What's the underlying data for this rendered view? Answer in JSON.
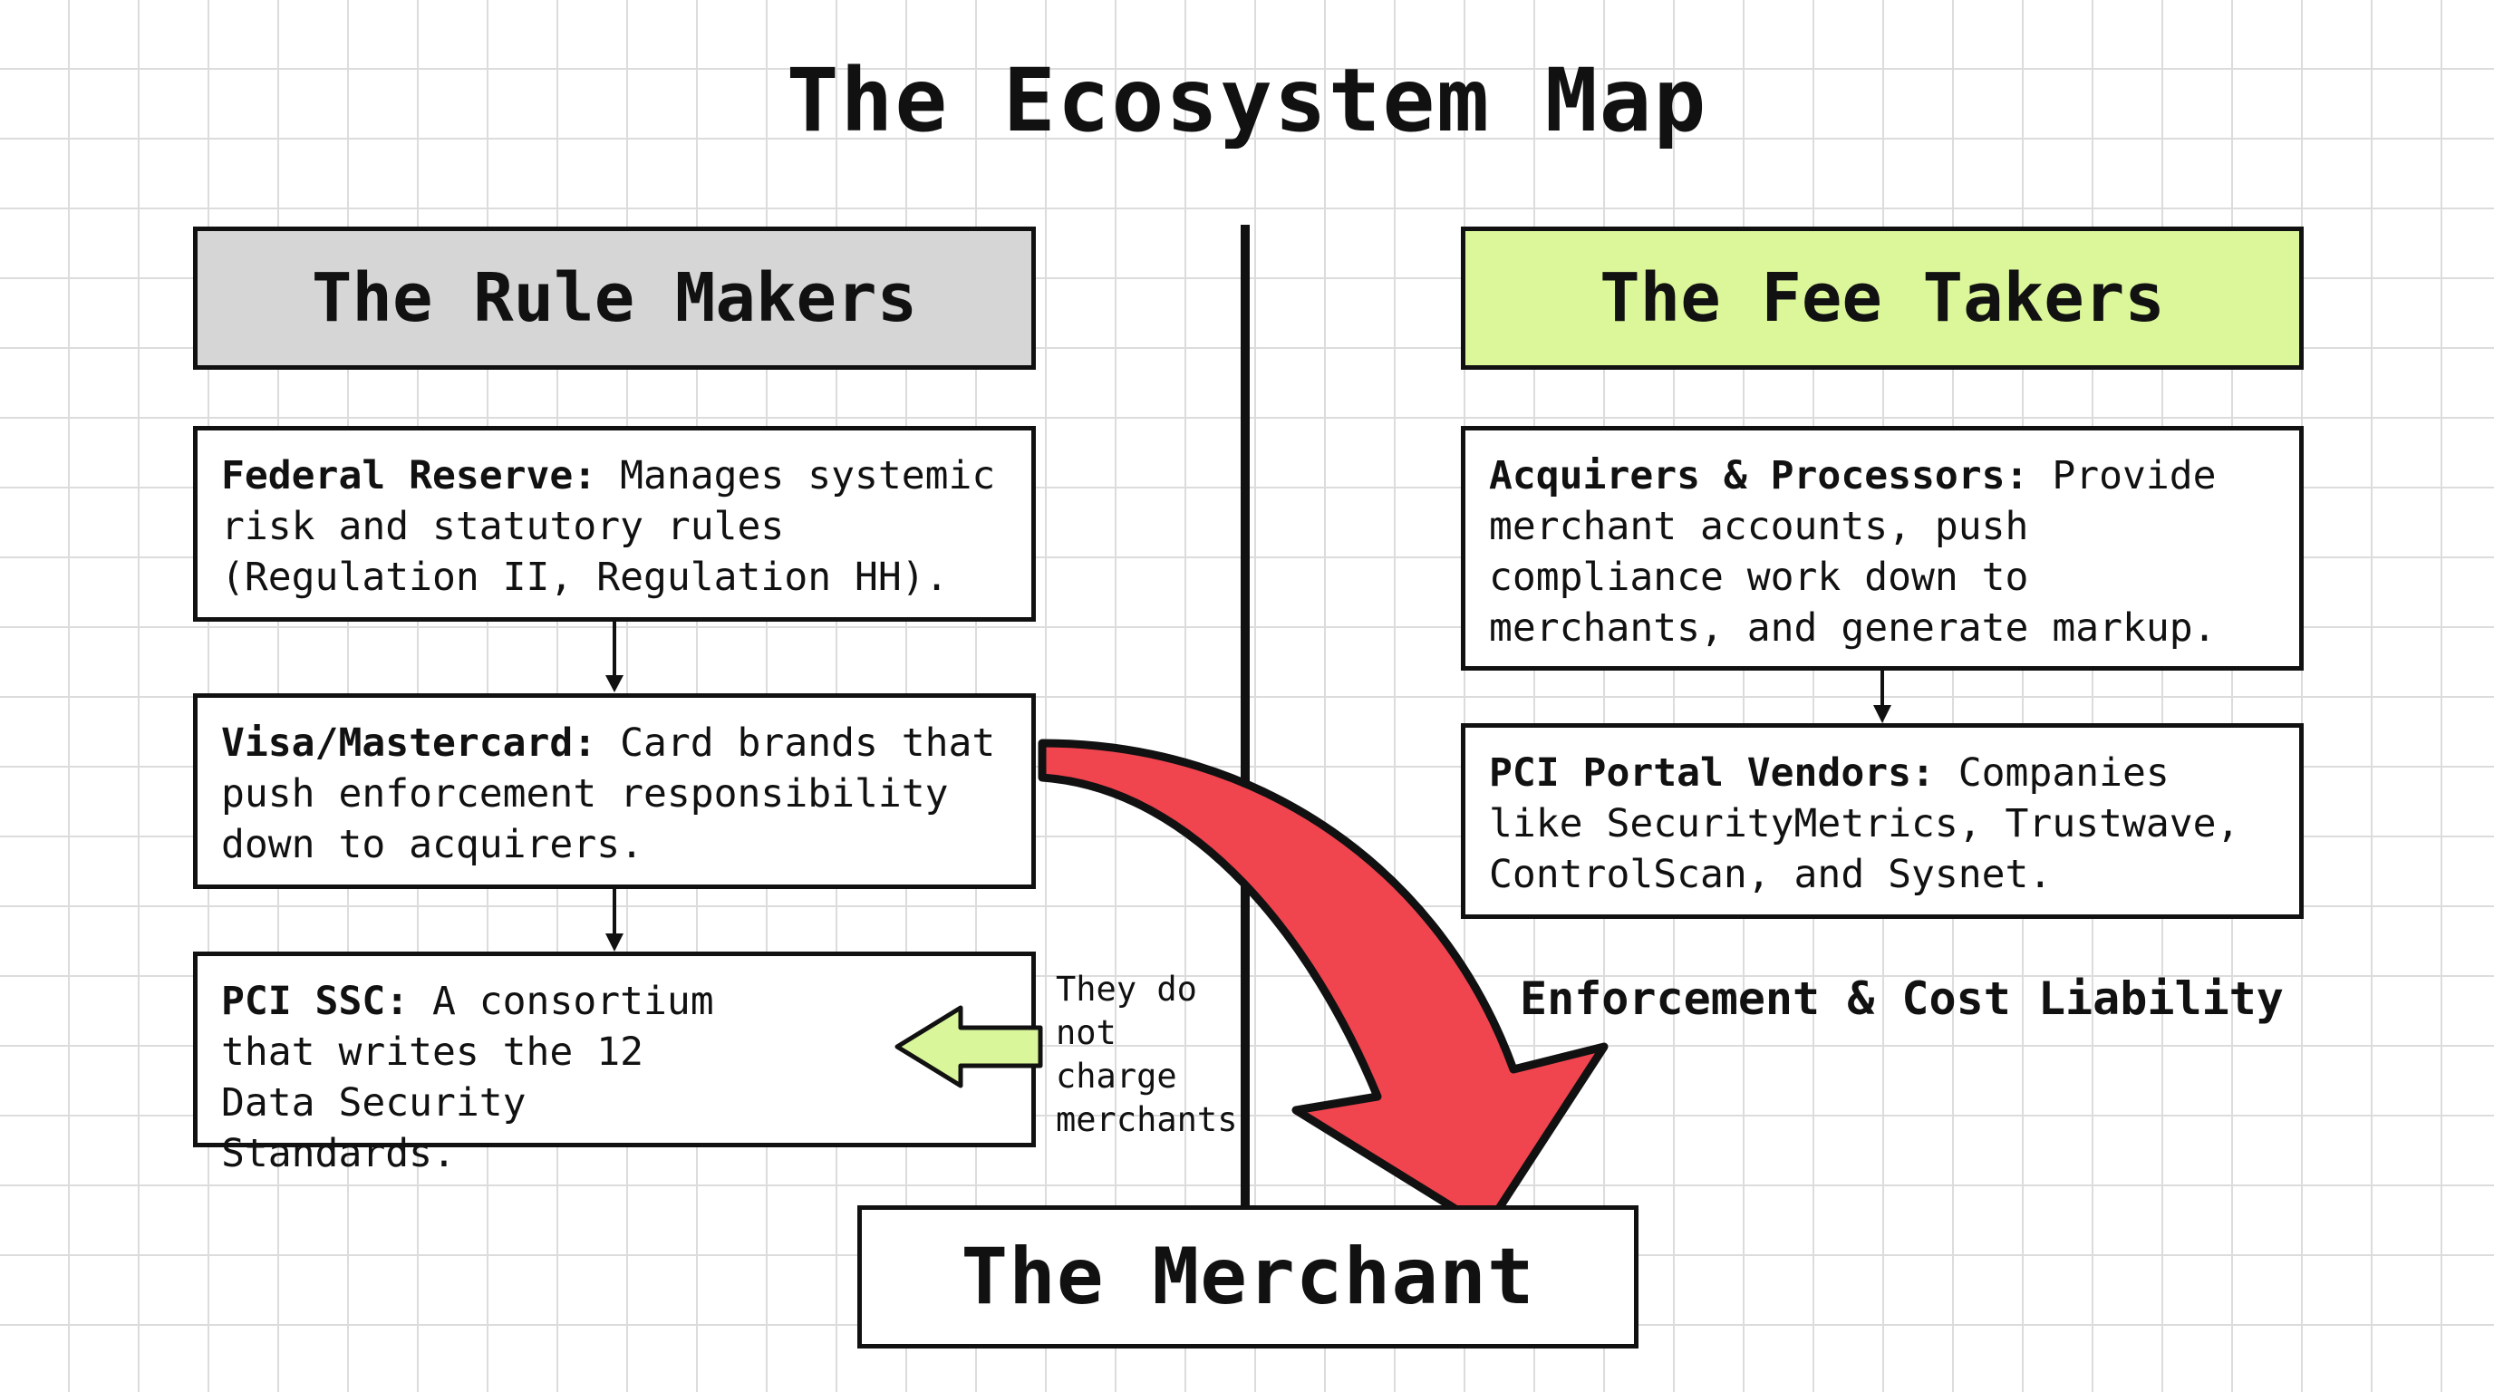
{
  "title": "The Ecosystem Map",
  "left": {
    "header": "The Rule Makers",
    "header_color": "#d6d6d6",
    "boxes": [
      {
        "name": "Federal Reserve:",
        "text": " Manages systemic risk and statutory rules (Regulation II, Regulation HH)."
      },
      {
        "name": "Visa/Mastercard:",
        "text": " Card brands that push enforcement responsibility down to acquirers."
      },
      {
        "name": "PCI SSC:",
        "text": " A consortium that writes the 12 Data Security Standards."
      }
    ]
  },
  "right": {
    "header": "The Fee Takers",
    "header_color": "#dcf79a",
    "boxes": [
      {
        "name": "Acquirers & Processors:",
        "text": " Provide merchant accounts, push compliance work down to merchants, and generate markup."
      },
      {
        "name": "PCI Portal Vendors:",
        "text": " Companies like SecurityMetrics, Trustwave, ControlScan, and Sysnet."
      }
    ]
  },
  "note": "They do not charge merchants",
  "flow_label": "Enforcement & Cost Liability",
  "merchant": "The Merchant",
  "colors": {
    "red_arrow": "#f0444f",
    "green_arrow": "#d9f79a"
  }
}
